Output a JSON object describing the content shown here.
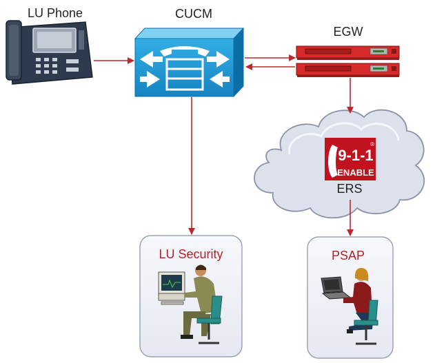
{
  "labels": {
    "phone": "LU Phone",
    "cucm": "CUCM",
    "egw": "EGW",
    "ers": "ERS",
    "security": "LU Security",
    "psap": "PSAP"
  },
  "badge": {
    "number": "9-1-1",
    "enable": "ENABLE",
    "registered": "®"
  },
  "colors": {
    "arrow": "#c0262b",
    "label_red": "#b81f24",
    "cucm_blue": "#1a9ad6",
    "egw_red": "#d72a2a",
    "cloud": "#dde1ec",
    "card_bg": "#f1f2f8"
  },
  "icons": [
    "ip-phone-icon",
    "call-manager-icon",
    "gateway-icon",
    "cloud-icon",
    "911-enable-logo",
    "operator-icon"
  ]
}
